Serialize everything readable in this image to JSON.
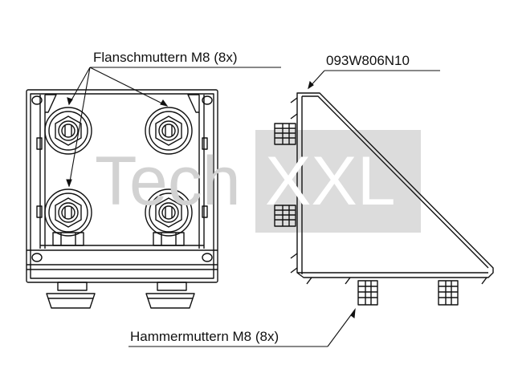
{
  "labels": {
    "flange_nuts": "Flanschmuttern M8 (8x)",
    "part_number": "093W806N10",
    "hammer_nuts": "Hammermuttern M8 (8x)"
  },
  "watermark": {
    "part1": "Tech",
    "part2": "XXL"
  },
  "colors": {
    "line": "#111111",
    "watermark_gray": "#dcdcdc",
    "background": "#ffffff"
  }
}
